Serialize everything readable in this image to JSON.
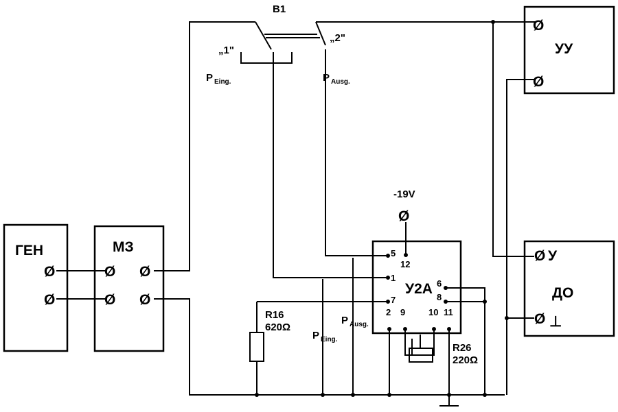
{
  "blocks": {
    "gen": "ГЕН",
    "m3": "МЗ",
    "uu": "УУ",
    "do": "ДО",
    "u2a": "У2А"
  },
  "switch": {
    "name": "B1",
    "pos1": "„1\"",
    "pos2": "„2\""
  },
  "power": {
    "label": "-19V"
  },
  "terminal_symbol": "Ø",
  "terminals": {
    "do_u": "У",
    "do_ground": "⊥"
  },
  "labels": {
    "p_in": {
      "main": "P",
      "sub": "Eing."
    },
    "p_out": {
      "main": "P",
      "sub": "Ausg."
    }
  },
  "u2a_pins": [
    "5",
    "12",
    "1",
    "7",
    "6",
    "8",
    "2",
    "9",
    "10",
    "11"
  ],
  "resistors": {
    "r16": {
      "name": "R16",
      "value": "620Ω"
    },
    "r26": {
      "name": "R26",
      "value": "220Ω"
    }
  }
}
